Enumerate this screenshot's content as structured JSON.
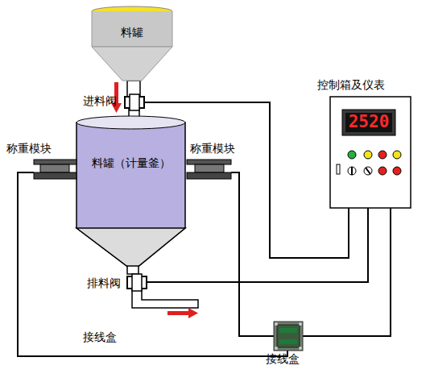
{
  "diagram": {
    "nodes": [
      {
        "text": [
          "料罐"
        ]
      },
      {
        "text": [
          "进料阀"
        ]
      },
      {
        "text": [
          "料罐（计量釜）"
        ]
      },
      {
        "text": [
          "称重模块"
        ]
      },
      {
        "text": [
          "称重模块"
        ]
      },
      {
        "text": [
          "排料阀"
        ]
      },
      {
        "text": [
          "控制箱及仪表"
        ]
      },
      {
        "text": [
          "2520"
        ],
        "in": 6
      },
      {
        "text": [
          "接线盒"
        ]
      }
    ],
    "edges": [
      {
        "from": 1,
        "to": 6,
        "arrow": "none"
      },
      {
        "from": 5,
        "to": 6,
        "arrow": "none"
      },
      {
        "from": 3,
        "to": 8,
        "arrow": "none"
      },
      {
        "from": 4,
        "to": 8,
        "arrow": "none"
      },
      {
        "from": 8,
        "to": 6,
        "arrow": "none"
      }
    ],
    "labels": [
      "接线盒"
    ]
  }
}
